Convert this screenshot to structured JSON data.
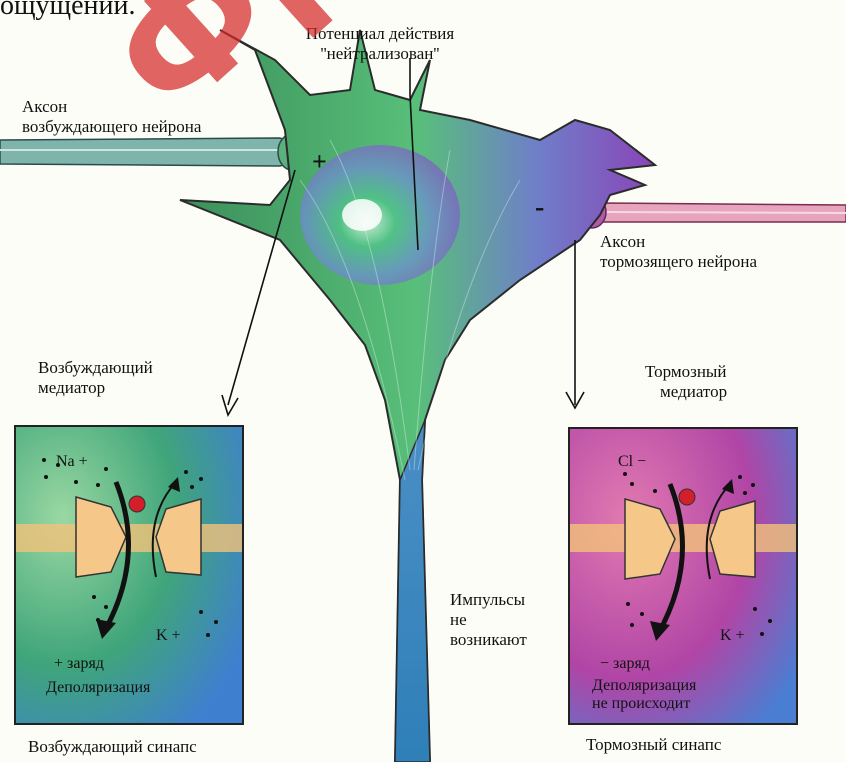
{
  "header_fragment": "ощущений.",
  "labels": {
    "action_potential": "Потенциал действия",
    "neutralized": "''нейтрализован''",
    "excit_axon_1": "Аксон",
    "excit_axon_2": "возбуждающего нейрона",
    "inhib_axon_1": "Аксон",
    "inhib_axon_2": "тормозящего нейрона",
    "plus": "+",
    "minus": "-",
    "excit_mediator_1": "Возбуждающий",
    "excit_mediator_2": "медиатор",
    "inhib_mediator_1": "Тормозный",
    "inhib_mediator_2": "медиатор",
    "impulses_1": "Импульсы",
    "impulses_2": "не",
    "impulses_3": "возникают"
  },
  "excitatory_synapse": {
    "ion_in": "Na +",
    "ion_out": "K +",
    "charge": "+ заряд",
    "result": "Деполяризация",
    "caption": "Возбуждающий синапс"
  },
  "inhibitory_synapse": {
    "ion_in": "Cl −",
    "ion_out": "K +",
    "charge": "− заряд",
    "result_1": "Деполяризация",
    "result_2": "не происходит",
    "caption": "Тормозный синапс"
  },
  "watermark": "Фрагмент",
  "colors": {
    "green": "#3daa6a",
    "purple": "#8a4cc4",
    "blue": "#4b86c9",
    "magenta": "#d0468e",
    "mediator": "#d21f2a",
    "terminal": "#f2c27a"
  }
}
